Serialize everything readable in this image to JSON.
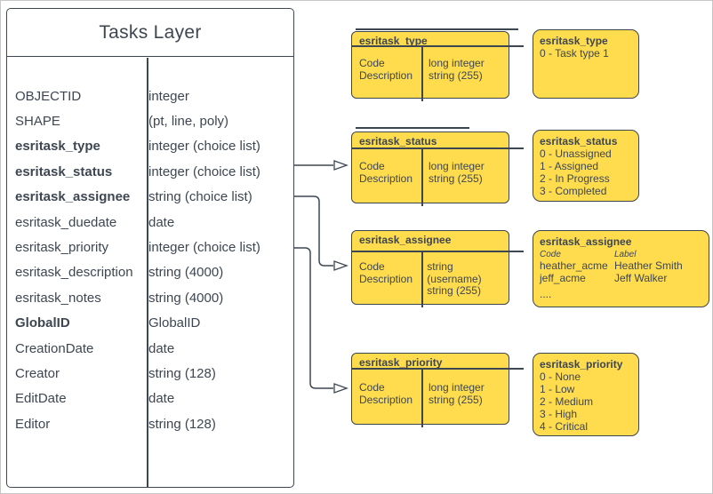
{
  "colors": {
    "ink": "#3d4651",
    "yellow": "#ffdc4e",
    "frame": "#c6c6c6"
  },
  "table": {
    "title": "Tasks Layer",
    "rows": [
      {
        "name": "OBJECTID",
        "type": "integer"
      },
      {
        "name": "SHAPE",
        "type": "(pt, line, poly)"
      },
      {
        "name": "esritask_type",
        "type": "integer (choice list)"
      },
      {
        "name": "esritask_status",
        "type": "integer (choice list)"
      },
      {
        "name": "esritask_assignee",
        "type": "string (choice list)"
      },
      {
        "name": "esritask_duedate",
        "type": "date"
      },
      {
        "name": "esritask_priority",
        "type": "integer (choice list)"
      },
      {
        "name": "esritask_description",
        "type": "string (4000)"
      },
      {
        "name": "esritask_notes",
        "type": "string (4000)"
      },
      {
        "name": "GlobalID",
        "type": "GlobalID"
      },
      {
        "name": "CreationDate",
        "type": "date"
      },
      {
        "name": "Creator",
        "type": "string (128)"
      },
      {
        "name": "EditDate",
        "type": "date"
      },
      {
        "name": "Editor",
        "type": "string (128)"
      }
    ]
  },
  "domain_boxes": [
    {
      "title": "esritask_type",
      "fields": [
        {
          "label": "Code",
          "type": "long integer"
        },
        {
          "label": "Description",
          "type": "string (255)"
        }
      ]
    },
    {
      "title": "esritask_status",
      "fields": [
        {
          "label": "Code",
          "type": "long integer"
        },
        {
          "label": "Description",
          "type": "string (255)"
        }
      ]
    },
    {
      "title": "esritask_assignee",
      "fields": [
        {
          "label": "Code",
          "type": "string (username)"
        },
        {
          "label": "Description",
          "type": "string (255)"
        }
      ]
    },
    {
      "title": "esritask_priority",
      "fields": [
        {
          "label": "Code",
          "type": "long integer"
        },
        {
          "label": "Description",
          "type": "string (255)"
        }
      ]
    }
  ],
  "value_boxes": {
    "type": {
      "title": "esritask_type",
      "items": [
        "0 - Task type 1"
      ]
    },
    "status": {
      "title": "esritask_status",
      "items": [
        "0 - Unassigned",
        "1 - Assigned",
        "2 - In Progress",
        "3 - Completed"
      ]
    },
    "assignee": {
      "title": "esritask_assignee",
      "col_headers": [
        "Code",
        "Label"
      ],
      "rows": [
        [
          "heather_acme",
          "Heather Smith"
        ],
        [
          "jeff_acme",
          "Jeff Walker"
        ]
      ],
      "more": "...."
    },
    "priority": {
      "title": "esritask_priority",
      "items": [
        "0 - None",
        "1 - Low",
        "2 - Medium",
        "3 - High",
        "4 - Critical"
      ]
    }
  }
}
